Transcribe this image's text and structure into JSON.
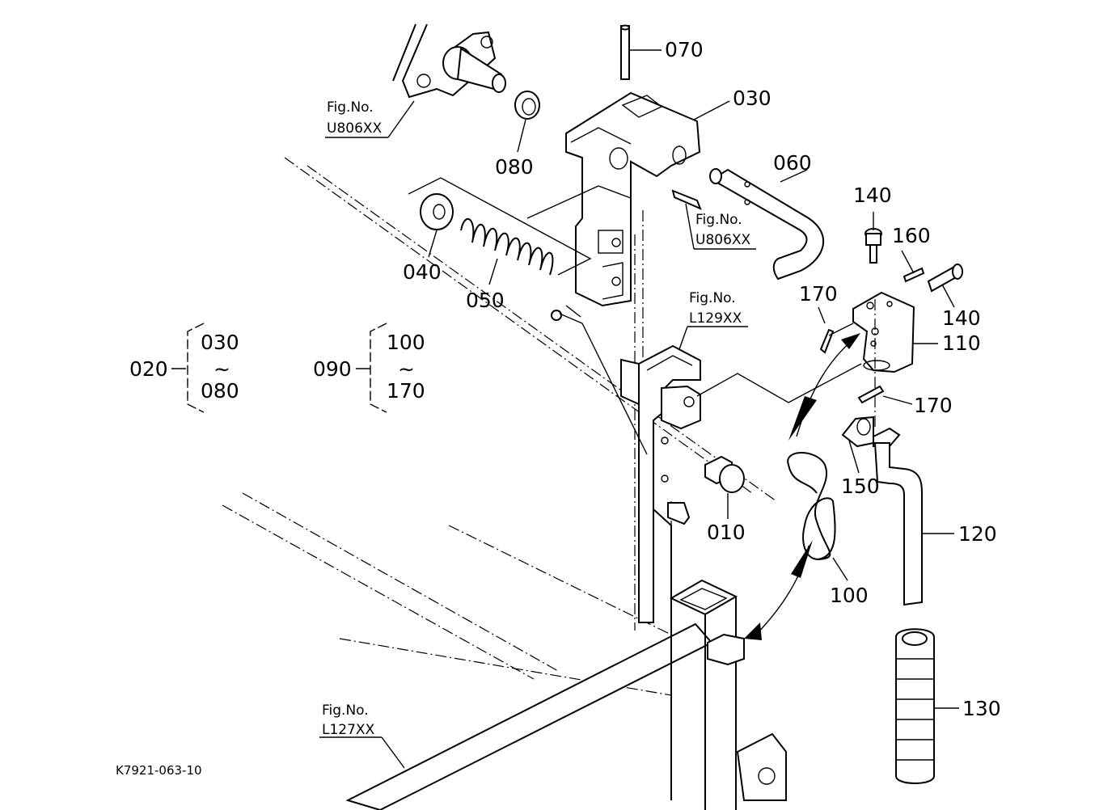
{
  "callouts": [
    {
      "id": "c070",
      "text": "070"
    },
    {
      "id": "c030",
      "text": "030"
    },
    {
      "id": "c080",
      "text": "080"
    },
    {
      "id": "c060",
      "text": "060"
    },
    {
      "id": "c040",
      "text": "040"
    },
    {
      "id": "c050",
      "text": "050"
    },
    {
      "id": "c140a",
      "text": "140"
    },
    {
      "id": "c160",
      "text": "160"
    },
    {
      "id": "c140b",
      "text": "140"
    },
    {
      "id": "c170a",
      "text": "170"
    },
    {
      "id": "c110",
      "text": "110"
    },
    {
      "id": "c170b",
      "text": "170"
    },
    {
      "id": "c150",
      "text": "150"
    },
    {
      "id": "c120",
      "text": "120"
    },
    {
      "id": "c010",
      "text": "010"
    },
    {
      "id": "c100",
      "text": "100"
    },
    {
      "id": "c130",
      "text": "130"
    }
  ],
  "fig_refs": [
    {
      "id": "f1",
      "line1": "Fig.No.",
      "line2": "U806XX"
    },
    {
      "id": "f2",
      "line1": "Fig.No.",
      "line2": "U806XX"
    },
    {
      "id": "f3",
      "line1": "Fig.No.",
      "line2": "L129XX"
    },
    {
      "id": "f4",
      "line1": "Fig.No.",
      "line2": "L127XX"
    }
  ],
  "groups": [
    {
      "id": "g020",
      "assembly": "020",
      "from": "030",
      "tilde": "~",
      "to": "080"
    },
    {
      "id": "g090",
      "assembly": "090",
      "from": "100",
      "tilde": "~",
      "to": "170"
    }
  ],
  "drawing_code": "K7921-063-10"
}
